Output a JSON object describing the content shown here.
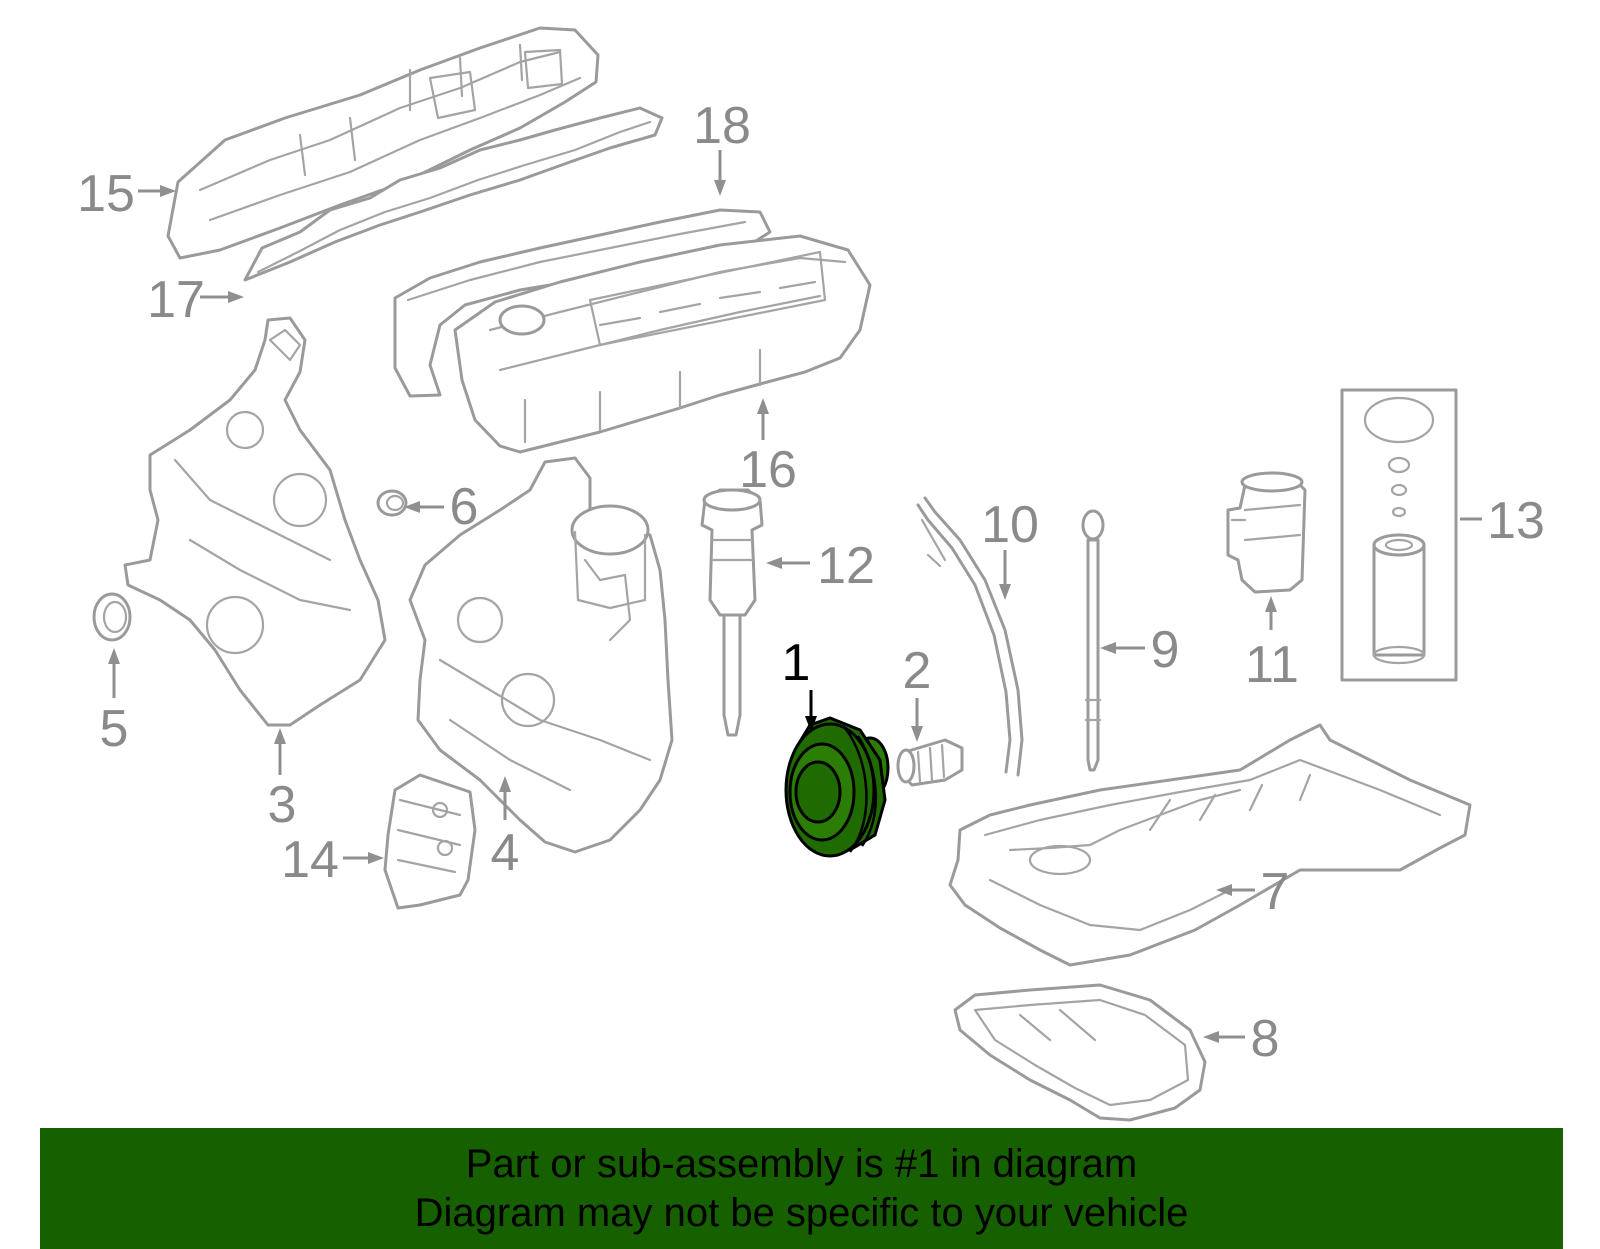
{
  "diagram": {
    "selected_part": "1",
    "callouts": {
      "p1": "1",
      "p2": "2",
      "p3": "3",
      "p4": "4",
      "p5": "5",
      "p6": "6",
      "p7": "7",
      "p8": "8",
      "p9": "9",
      "p10": "10",
      "p11": "11",
      "p12": "12",
      "p13": "13",
      "p14": "14",
      "p15": "15",
      "p16": "16",
      "p17": "17",
      "p18": "18"
    },
    "colors": {
      "highlight": "#1f6b00",
      "outline": "#9a9a9a",
      "banner": "#166000"
    }
  },
  "banner": {
    "line1": "Part or sub-assembly is #1 in diagram",
    "line2": "Diagram may not be specific to your vehicle"
  }
}
